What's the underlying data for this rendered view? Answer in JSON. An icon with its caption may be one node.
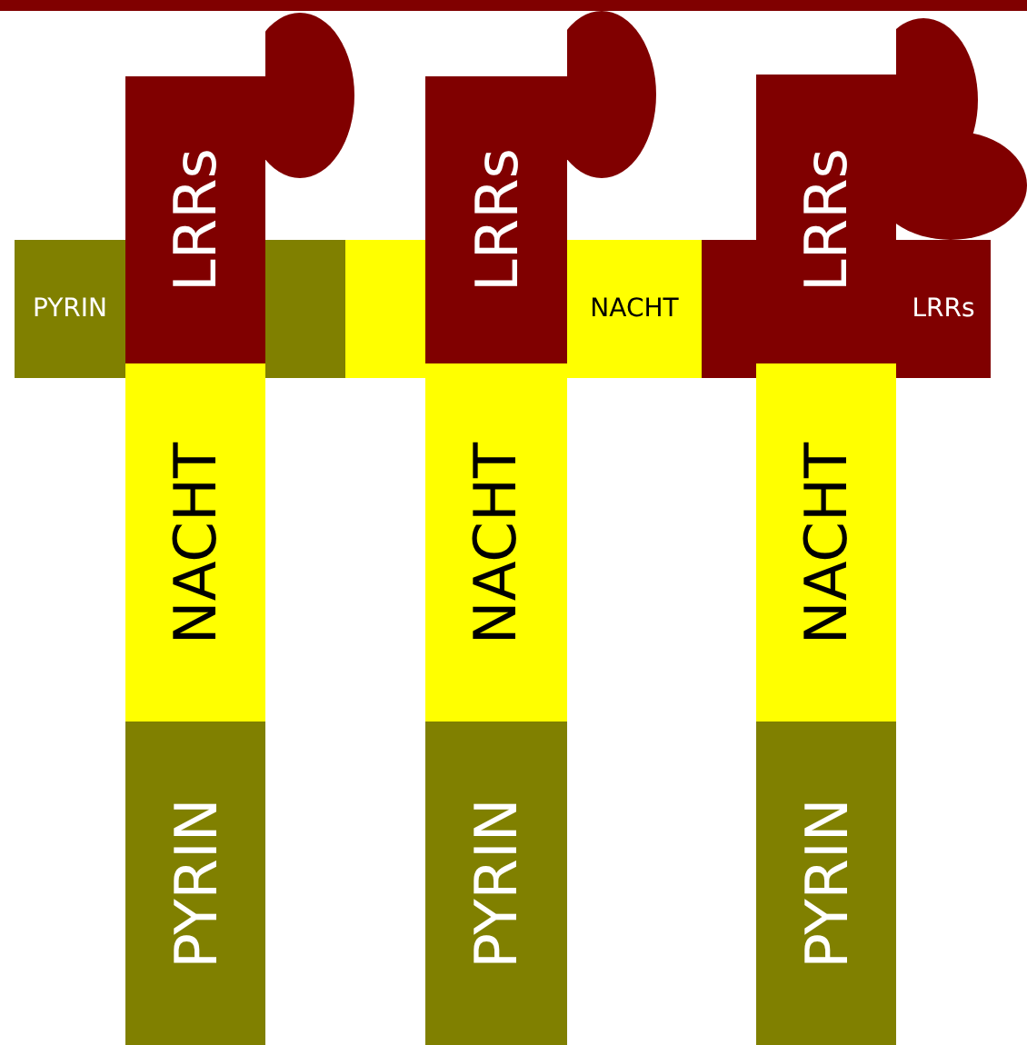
{
  "diagram": {
    "nodes": [
      {
        "text": [],
        "shape": "bar"
      },
      {
        "text": [],
        "shape": "circle"
      },
      {
        "text": [],
        "shape": "circle"
      },
      {
        "text": [],
        "shape": "circle"
      },
      {
        "text": [],
        "shape": "circle"
      },
      {
        "text": [
          "PYRIN"
        ]
      },
      {
        "text": [],
        "shape": "box"
      },
      {
        "text": [],
        "shape": "box"
      },
      {
        "text": [
          "NACHT"
        ]
      },
      {
        "text": [],
        "shape": "box"
      },
      {
        "text": [
          "LRRs"
        ]
      },
      {
        "text": [
          "LRRs"
        ]
      },
      {
        "text": [
          "NACHT"
        ]
      },
      {
        "text": [
          "PYRIN"
        ]
      },
      {
        "text": [
          "LRRs"
        ]
      },
      {
        "text": [
          "NACHT"
        ]
      },
      {
        "text": [
          "PYRIN"
        ]
      },
      {
        "text": [
          "LRRs"
        ]
      },
      {
        "text": [
          "NACHT"
        ]
      },
      {
        "text": [
          "PYRIN"
        ]
      }
    ]
  }
}
